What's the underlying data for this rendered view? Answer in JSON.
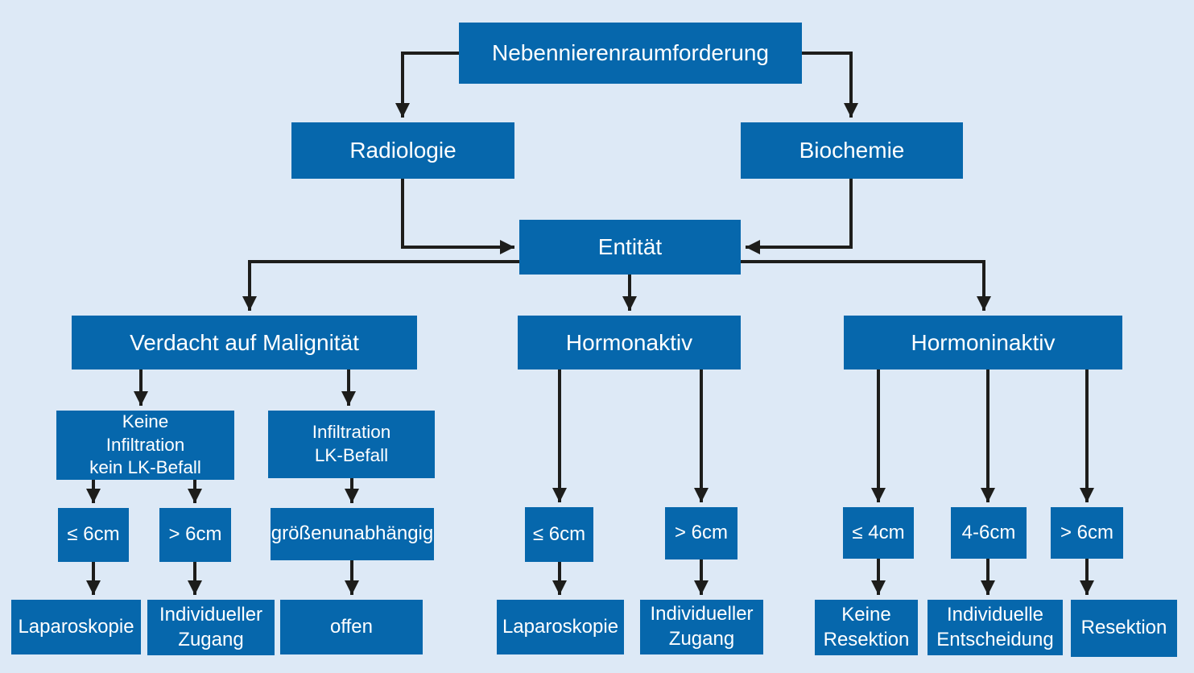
{
  "diagram": {
    "title": "Nebennierenraumforderung Entscheidungsbaum",
    "colors": {
      "box_blue": "#0667ac",
      "background": "#dde9f6",
      "arrow": "#1d1d1b",
      "text": "#ffffff"
    },
    "nodes": {
      "root": {
        "label": "Nebennierenraumforderung"
      },
      "radiologie": {
        "label": "Radiologie"
      },
      "biochemie": {
        "label": "Biochemie"
      },
      "entitaet": {
        "label": "Entität"
      },
      "verdacht": {
        "label": "Verdacht auf Malignität"
      },
      "hormonaktiv": {
        "label": "Hormonaktiv"
      },
      "hormoninaktiv": {
        "label": "Hormoninaktiv"
      },
      "keine_infiltration": {
        "label": "Keine\nInfiltration\nkein LK-Befall"
      },
      "infiltration": {
        "label": "Infiltration\nLK-Befall"
      },
      "le6_links": {
        "label": "≤ 6cm"
      },
      "gt6_links": {
        "label": "> 6cm"
      },
      "groessenunabhaengig": {
        "label": "größenunabhängig"
      },
      "laparoskopie_links": {
        "label": "Laparoskopie"
      },
      "individueller_zugang_links": {
        "label": "Individueller\nZugang"
      },
      "offen": {
        "label": "offen"
      },
      "le6_mitte": {
        "label": "≤ 6cm"
      },
      "gt6_mitte": {
        "label": "> 6cm"
      },
      "laparoskopie_mitte": {
        "label": "Laparoskopie"
      },
      "individueller_zugang_mitte": {
        "label": "Individueller\nZugang"
      },
      "le4_rechts": {
        "label": "≤ 4cm"
      },
      "r46_rechts": {
        "label": "4-6cm"
      },
      "gt6_rechts": {
        "label": "> 6cm"
      },
      "keine_resektion": {
        "label": "Keine\nResektion"
      },
      "individuelle_entscheidung": {
        "label": "Individuelle\nEntscheidung"
      },
      "resektion": {
        "label": "Resektion"
      }
    },
    "edges": [
      {
        "from": "root",
        "to": "radiologie"
      },
      {
        "from": "root",
        "to": "biochemie"
      },
      {
        "from": "radiologie",
        "to": "entitaet"
      },
      {
        "from": "biochemie",
        "to": "entitaet"
      },
      {
        "from": "entitaet",
        "to": "verdacht"
      },
      {
        "from": "entitaet",
        "to": "hormonaktiv"
      },
      {
        "from": "entitaet",
        "to": "hormoninaktiv"
      },
      {
        "from": "verdacht",
        "to": "keine_infiltration"
      },
      {
        "from": "verdacht",
        "to": "infiltration"
      },
      {
        "from": "keine_infiltration",
        "to": "le6_links"
      },
      {
        "from": "keine_infiltration",
        "to": "gt6_links"
      },
      {
        "from": "infiltration",
        "to": "groessenunabhaengig"
      },
      {
        "from": "le6_links",
        "to": "laparoskopie_links"
      },
      {
        "from": "gt6_links",
        "to": "individueller_zugang_links"
      },
      {
        "from": "groessenunabhaengig",
        "to": "offen"
      },
      {
        "from": "hormonaktiv",
        "to": "le6_mitte"
      },
      {
        "from": "hormonaktiv",
        "to": "gt6_mitte"
      },
      {
        "from": "le6_mitte",
        "to": "laparoskopie_mitte"
      },
      {
        "from": "gt6_mitte",
        "to": "individueller_zugang_mitte"
      },
      {
        "from": "hormoninaktiv",
        "to": "le4_rechts"
      },
      {
        "from": "hormoninaktiv",
        "to": "r46_rechts"
      },
      {
        "from": "hormoninaktiv",
        "to": "gt6_rechts"
      },
      {
        "from": "le4_rechts",
        "to": "keine_resektion"
      },
      {
        "from": "r46_rechts",
        "to": "individuelle_entscheidung"
      },
      {
        "from": "gt6_rechts",
        "to": "resektion"
      }
    ]
  }
}
